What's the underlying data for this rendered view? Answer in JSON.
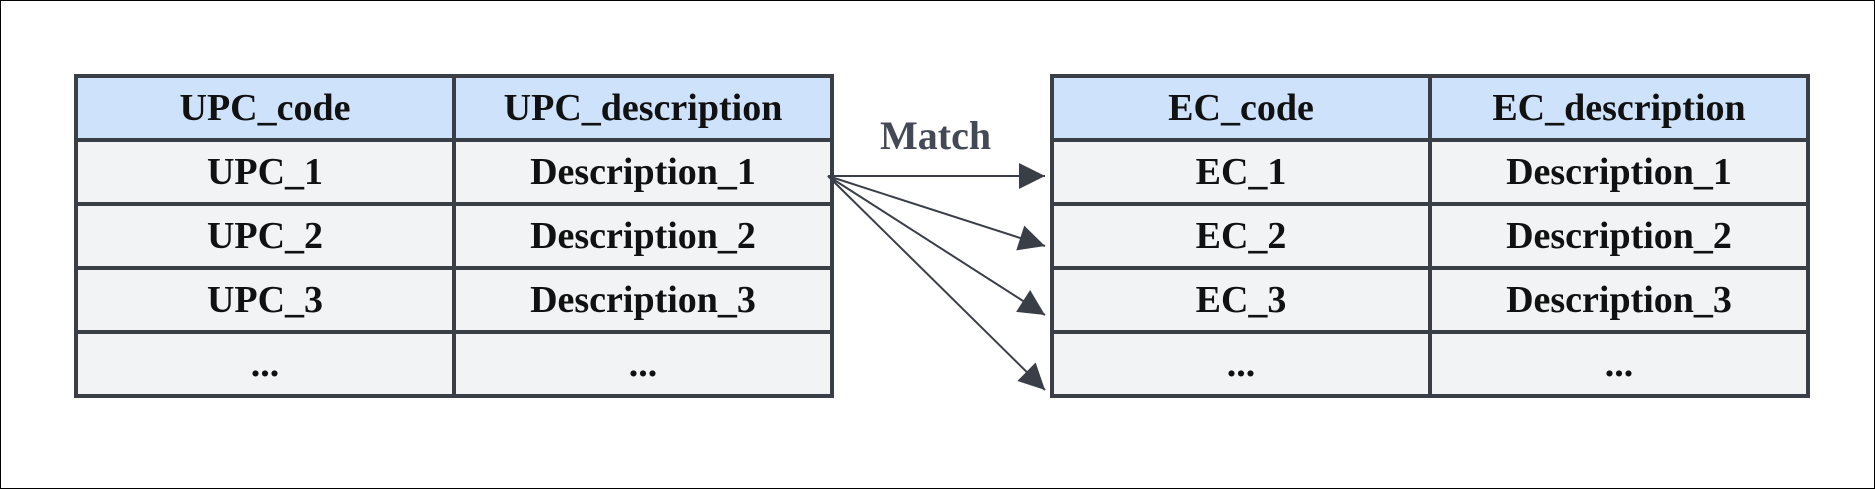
{
  "left_table": {
    "headers": [
      "UPC_code",
      "UPC_description"
    ],
    "rows": [
      [
        "UPC_1",
        "Description_1"
      ],
      [
        "UPC_2",
        "Description_2"
      ],
      [
        "UPC_3",
        "Description_3"
      ],
      [
        "...",
        "..."
      ]
    ]
  },
  "right_table": {
    "headers": [
      "EC_code",
      "EC_description"
    ],
    "rows": [
      [
        "EC_1",
        "Description_1"
      ],
      [
        "EC_2",
        "Description_2"
      ],
      [
        "EC_3",
        "Description_3"
      ],
      [
        "...",
        "..."
      ]
    ]
  },
  "connector": {
    "label": "Match",
    "color": "#3a3f47",
    "target_rows": [
      0,
      1,
      2,
      3
    ]
  },
  "colors": {
    "header_bg": "#cfe2fb",
    "cell_bg": "#f2f3f5",
    "border": "#3a3f47"
  }
}
